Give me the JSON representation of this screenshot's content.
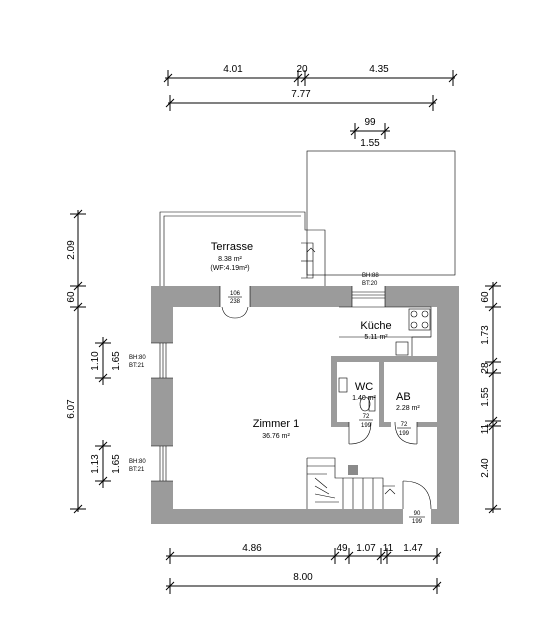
{
  "dimensions": {
    "top_row1": [
      "4.01",
      "20",
      "4.35"
    ],
    "top_row2": [
      "7.77"
    ],
    "top_row3_upper": "99",
    "top_row3_lower": "1.55",
    "bottom_row1": [
      "4.86",
      "49",
      "1.07",
      "11",
      "1.47"
    ],
    "bottom_row2": [
      "8.00"
    ],
    "left_outer": [
      "2.09",
      "60",
      "6.07"
    ],
    "left_inner_upper": [
      "1.10",
      "1.65"
    ],
    "left_inner_lower": [
      "1.13",
      "1.65"
    ],
    "right": [
      "60",
      "1.73",
      "28",
      "1.55",
      "11",
      "2.40"
    ]
  },
  "rooms": {
    "terrasse": {
      "name": "Terrasse",
      "area": "8.38 m²",
      "area_note": "(WF:4.19m²)"
    },
    "kueche": {
      "name": "Küche",
      "area": "5.11 m²"
    },
    "wc": {
      "name": "WC",
      "area": "1.40 m²"
    },
    "ab": {
      "name": "AB",
      "area": "2.28 m²"
    },
    "zimmer1": {
      "name": "Zimmer 1",
      "area": "36.76 m²"
    }
  },
  "openings": {
    "terrace_door": {
      "width": "106",
      "height": "238"
    },
    "kitchen_window": {
      "bh": "BH:88",
      "bt": "BT:20"
    },
    "window_left_upper": {
      "bh": "BH:80",
      "bt": "BT:21"
    },
    "window_left_lower": {
      "bh": "BH:80",
      "bt": "BT:21"
    },
    "wc_door": {
      "width": "72",
      "height": "199"
    },
    "ab_door": {
      "width": "72",
      "height": "199"
    },
    "entry_door": {
      "width": "90",
      "height": "199"
    }
  }
}
